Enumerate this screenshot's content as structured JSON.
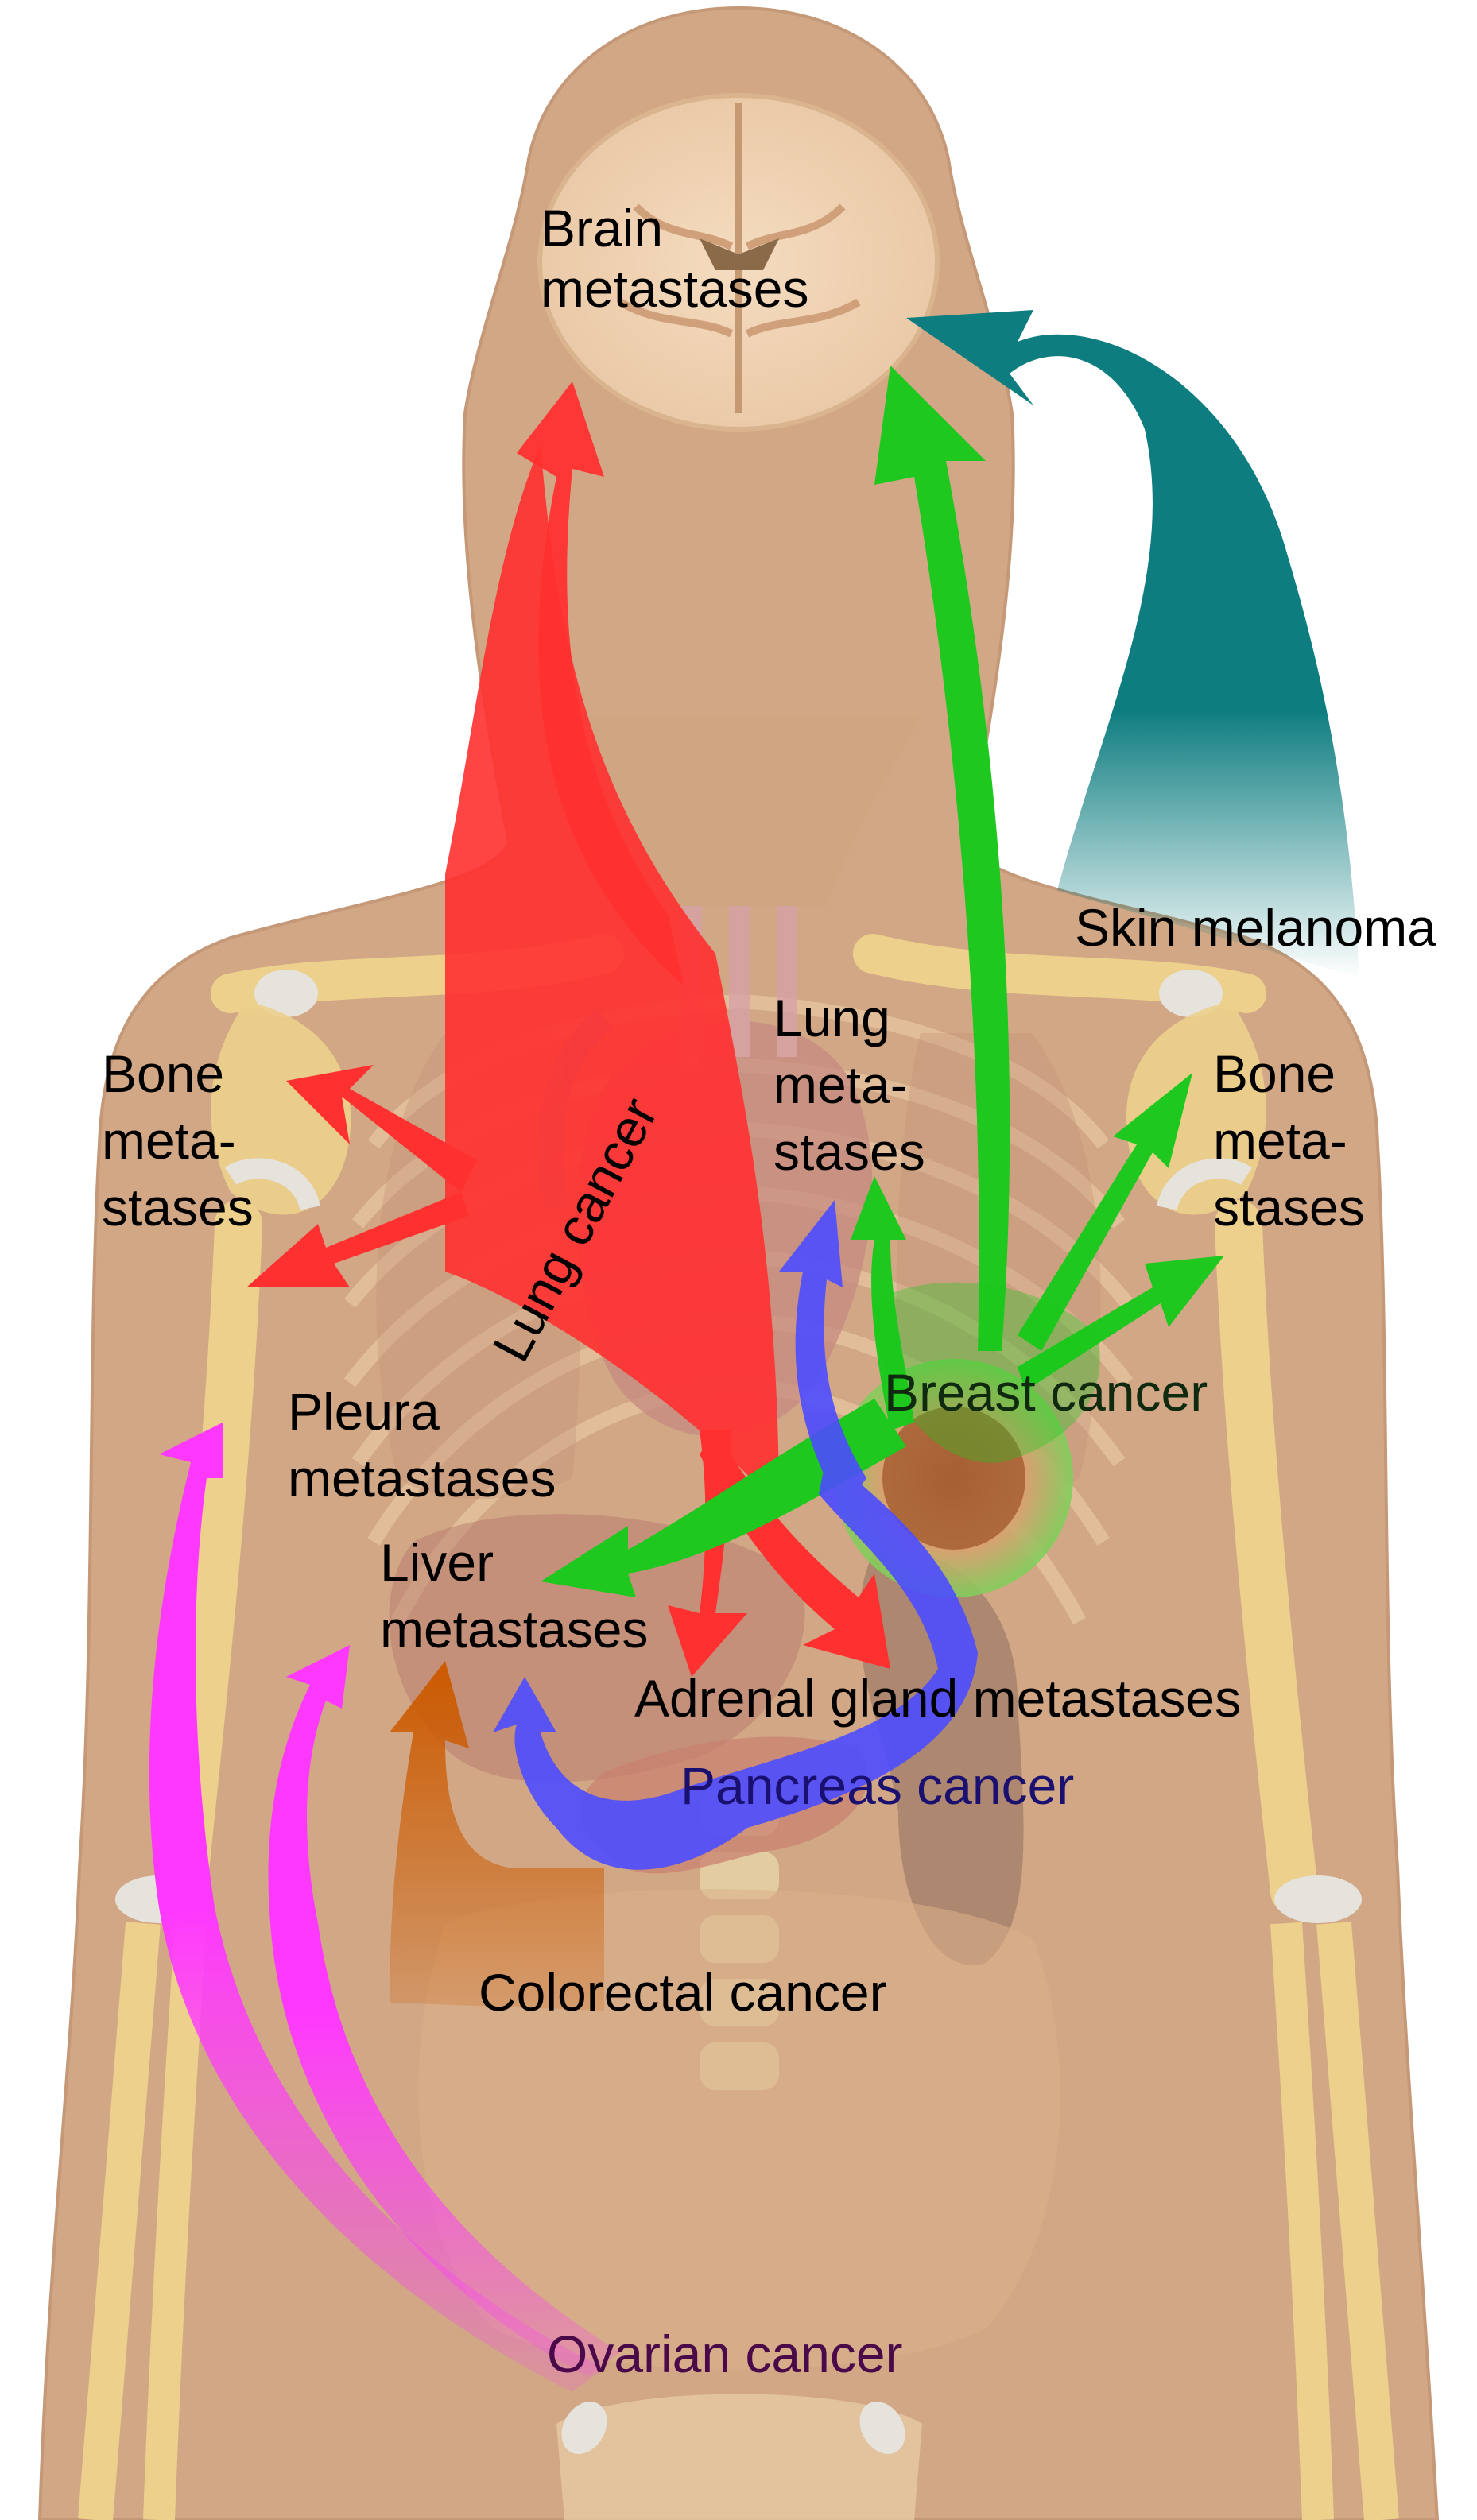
{
  "colors": {
    "body": "#d1a785",
    "bone": "#ecd08c",
    "lung_arrow": "#ff3030",
    "breast_arrow": "#1ec81e",
    "skin_arrow": "#0e7d80",
    "pancreas_arrow": "#4c4cff",
    "colorectal_arrow": "#cc5a00",
    "ovarian_arrow": "#ff38ff",
    "text": "#000000",
    "breast_text": "#0f2a0f",
    "pancreas_text": "#1a1070",
    "ovarian_text": "#4a0a4a"
  },
  "labels": {
    "brain": [
      "Brain",
      "metastases"
    ],
    "skin": "Skin melanoma",
    "bone_left": [
      "Bone",
      "meta-",
      "stases"
    ],
    "bone_right": [
      "Bone",
      "meta-",
      "stases"
    ],
    "lung_meta": [
      "Lung",
      "meta-",
      "stases"
    ],
    "lung_cancer": "Lung cancer",
    "breast": "Breast cancer",
    "pleura": [
      "Pleura",
      "metastases"
    ],
    "liver": [
      "Liver",
      "metastases"
    ],
    "adrenal": "Adrenal gland metastases",
    "pancreas": "Pancreas cancer",
    "colorectal": "Colorectal cancer",
    "ovarian": "Ovarian cancer"
  }
}
